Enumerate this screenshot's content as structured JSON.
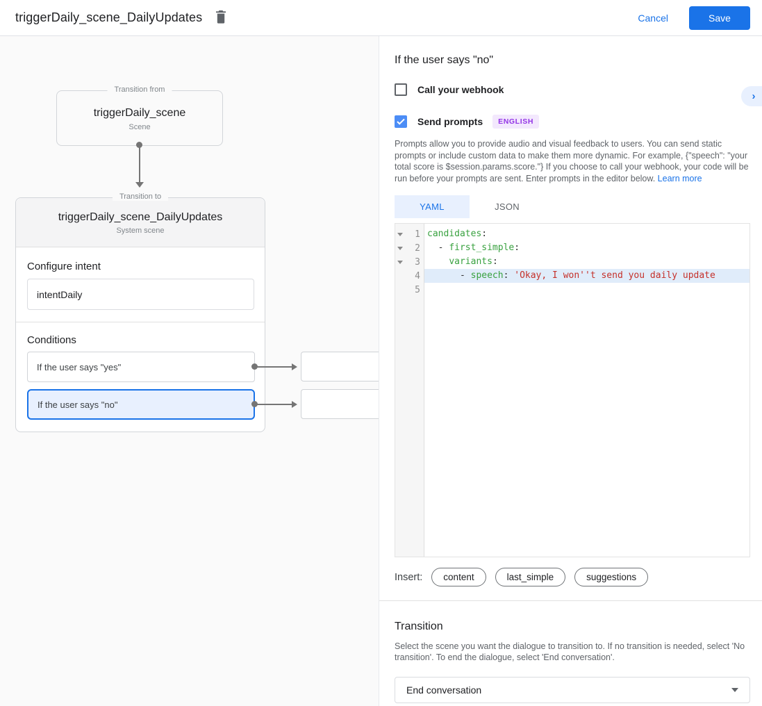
{
  "topbar": {
    "title": "triggerDaily_scene_DailyUpdates",
    "cancel_label": "Cancel",
    "save_label": "Save"
  },
  "diagram": {
    "from_box": {
      "legend": "Transition from",
      "title": "triggerDaily_scene",
      "subtitle": "Scene"
    },
    "to_box": {
      "legend": "Transition to",
      "title": "triggerDaily_scene_DailyUpdates",
      "subtitle": "System scene",
      "configure_intent_label": "Configure intent",
      "intent_value": "intentDaily",
      "conditions_label": "Conditions",
      "conditions": [
        {
          "label": "If the user says \"yes\"",
          "selected": false
        },
        {
          "label": "If the user says \"no\"",
          "selected": true
        }
      ]
    }
  },
  "panel": {
    "title": "If the user says \"no\"",
    "webhook_checkbox": {
      "label": "Call your webhook",
      "checked": false
    },
    "prompts_checkbox": {
      "label": "Send prompts",
      "checked": true,
      "badge": "ENGLISH"
    },
    "description": "Prompts allow you to provide audio and visual feedback to users. You can send static prompts or include custom data to make them more dynamic. For example, {\"speech\": \"your total score is $session.params.score.\"} If you choose to call your webhook, your code will be run before your prompts are sent. Enter prompts in the editor below. ",
    "learn_more_label": "Learn more",
    "tabs": [
      {
        "label": "YAML",
        "active": true
      },
      {
        "label": "JSON",
        "active": false
      }
    ],
    "editor": {
      "lines": [
        {
          "num": "1",
          "segs": [
            "candidates",
            ":"
          ]
        },
        {
          "num": "2",
          "segs": [
            "  - ",
            "first_simple",
            ":"
          ]
        },
        {
          "num": "3",
          "segs": [
            "    ",
            "variants",
            ":"
          ]
        },
        {
          "num": "4",
          "segs": [
            "      - ",
            "speech",
            ": ",
            "'Okay, I won''t send you daily update"
          ]
        },
        {
          "num": "5",
          "segs": []
        }
      ]
    },
    "insert_label": "Insert:",
    "insert_chips": [
      "content",
      "last_simple",
      "suggestions"
    ],
    "transition": {
      "heading": "Transition",
      "description": "Select the scene you want the dialogue to transition to. If no transition is needed, select 'No transition'. To end the dialogue, select 'End conversation'.",
      "select_value": "End conversation"
    }
  },
  "colors": {
    "accent_blue": "#1a73e8",
    "selected_condition_bg": "#e8f0fe",
    "checkbox_checked": "#4c8df6",
    "badge_bg": "#f3e8fd",
    "badge_text": "#9334e6",
    "code_key": "#38a13f",
    "code_string": "#c5302a",
    "active_line_bg": "#e0ecfa"
  }
}
